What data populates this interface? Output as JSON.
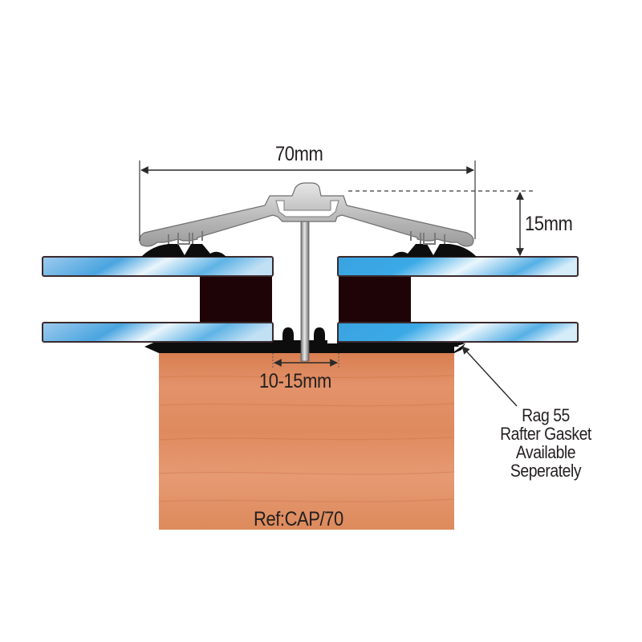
{
  "diagram": {
    "title": "Glazing bar end cap cross-section",
    "dimensions": {
      "cap_width": "70mm",
      "cap_height": "15mm",
      "rafter_gap": "10-15mm"
    },
    "callout": {
      "lines": [
        "Rag 55",
        "Rafter Gasket",
        "Available",
        "Seperately"
      ]
    },
    "reference": "Ref:CAP/70",
    "components": [
      "aluminium top cap",
      "screw fixing",
      "upper polycarbonate sheets",
      "lower polycarbonate sheets",
      "spacer blocks",
      "gaskets",
      "timber rafter"
    ],
    "colors": {
      "timber": "#e08a5a",
      "glass_blue": "#3aa6e0",
      "glass_light": "#e6f3fb",
      "spacer": "#1e0406",
      "gasket": "#0d0d0d",
      "aluminium": "#b8b8b8",
      "line": "#3a3a3a"
    }
  }
}
